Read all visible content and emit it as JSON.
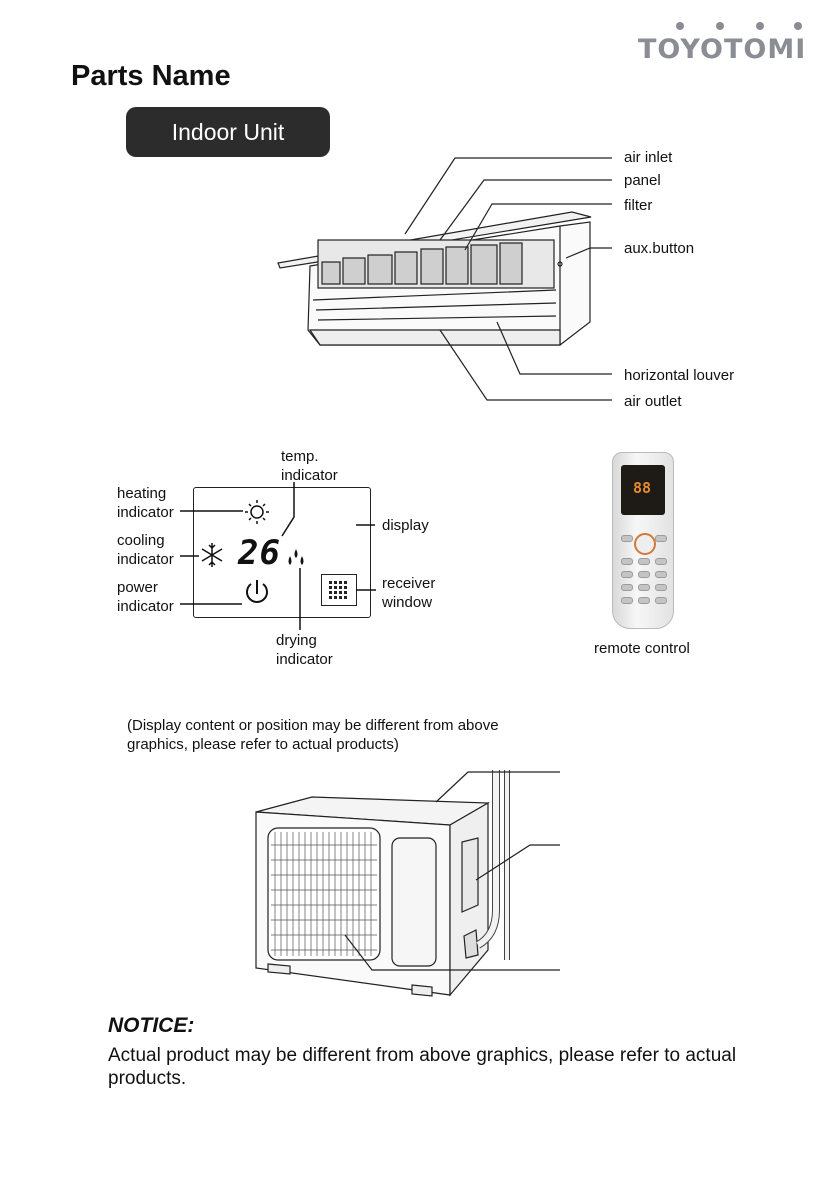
{
  "brand": {
    "name": "TOYOTOMI"
  },
  "page_title": "Parts Name",
  "section_badge": "Indoor Unit",
  "indoor_unit_labels": {
    "air_inlet": "air inlet",
    "panel": "panel",
    "filter": "filter",
    "aux_button": "aux.button",
    "horizontal_louver": "horizontal louver",
    "air_outlet": "air outlet"
  },
  "display_panel": {
    "temp_indicator": "temp.\nindicator",
    "heating_indicator": "heating\nindicator",
    "cooling_indicator": "cooling\nindicator",
    "power_indicator": "power\nindicator",
    "display": "display",
    "receiver_window": "receiver\nwindow",
    "drying_indicator": "drying\nindicator",
    "temperature_value": "26"
  },
  "remote": {
    "label": "remote control",
    "screen_digits": "88"
  },
  "display_note": "(Display content or position may be different from above\ngraphics, please refer to actual products)",
  "notice": {
    "title": "NOTICE:",
    "body": "Actual product may be different from above graphics, please refer to actual products."
  },
  "colors": {
    "brand_gray": "#8a8d93",
    "badge_bg": "#2c2c2c"
  }
}
